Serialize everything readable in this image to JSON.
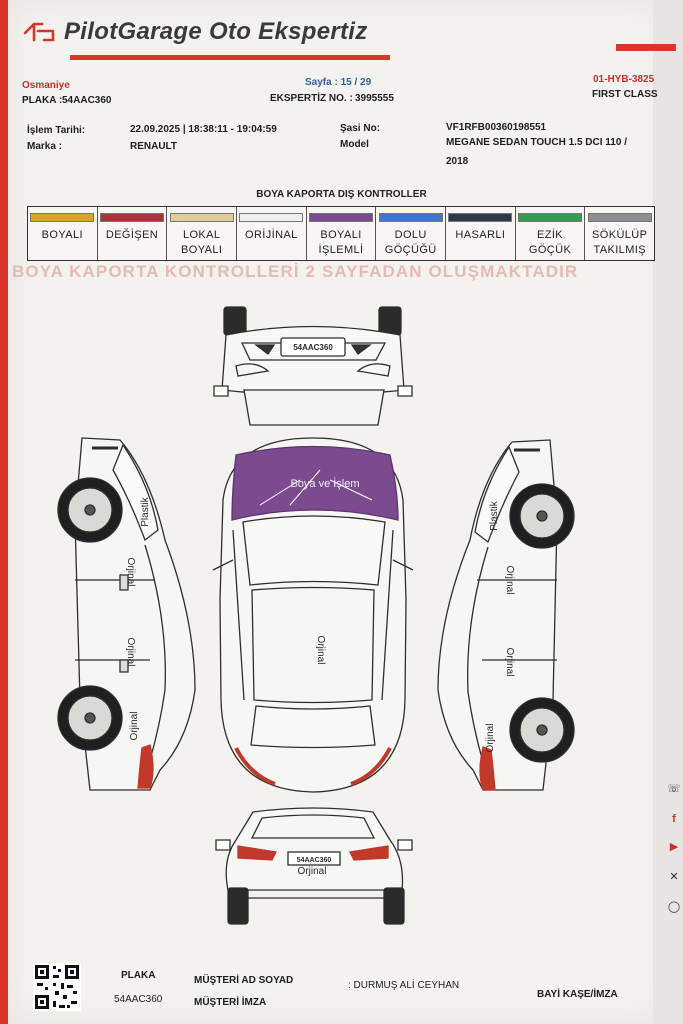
{
  "header": {
    "brand": "PilotGarage Oto Ekspertiz",
    "branch": "Osmaniye",
    "plate_label": "PLAKA :",
    "plate": "54AAC360",
    "page_label": "Sayfa : 15 / 29",
    "report_no_label": "EKSPERTİZ NO. :",
    "report_no": "3995555",
    "package_code": "01-HYB-3825",
    "package_name": "FIRST CLASS"
  },
  "info": {
    "date_label": "İşlem Tarihi:",
    "date": "22.09.2025 | 18:38:11 - 19:04:59",
    "make_label": "Marka :",
    "make": "RENAULT",
    "vin_label": "Şasi No:",
    "vin": "VF1RFB00360198551",
    "model_label": "Model",
    "model_line1": "MEGANE SEDAN TOUCH 1.5 DCI 110 /",
    "model_line2": "2018"
  },
  "section_title": "BOYA KAPORTA DIŞ KONTROLLER",
  "legend": [
    {
      "line1": "BOYALI",
      "line2": "",
      "color": "#d9a32f"
    },
    {
      "line1": "DEĞİŞEN",
      "line2": "",
      "color": "#a8343a"
    },
    {
      "line1": "LOKAL",
      "line2": "BOYALI",
      "color": "#e0cc94"
    },
    {
      "line1": "ORİJİNAL",
      "line2": "",
      "color": "#efefec"
    },
    {
      "line1": "BOYALI",
      "line2": "İŞLEMLİ",
      "color": "#7c4b8f"
    },
    {
      "line1": "DOLU",
      "line2": "GÖÇÜĞÜ",
      "color": "#3d76c8"
    },
    {
      "line1": "HASARLI",
      "line2": "",
      "color": "#2c3a4a"
    },
    {
      "line1": "EZİK",
      "line2": "GÖÇÜK",
      "color": "#3a9a53"
    },
    {
      "line1": "SÖKÜLÜP",
      "line2": "TAKILMIŞ",
      "color": "#8e8e8e"
    }
  ],
  "watermark": "BOYA KAPORTA KONTROLLERİ 2 SAYFADAN OLUŞMAKTADIR",
  "diagram_labels": {
    "hood": "Boya ve İşlem",
    "left_fender": "Plastik",
    "left_front_door": "Orjinal",
    "left_rear_door": "Orjinal",
    "left_quarter": "Orjinal",
    "roof": "Orjinal",
    "right_fender": "Plastik",
    "right_front_door": "Orjinal",
    "right_rear_door": "Orjinal",
    "right_quarter": "Orjinal",
    "front_plate": "54AAC360",
    "rear_plate": "54AAC360",
    "trunk": "Orjinal"
  },
  "footer": {
    "plate_label": "PLAKA",
    "plate": "54AAC360",
    "customer_label": "MÜŞTERİ AD SOYAD",
    "customer_value": ": DURMUŞ ALİ CEYHAN",
    "signature_label": "MÜŞTERİ İMZA",
    "dealer_label": "BAYİ KAŞE/İMZA"
  },
  "social_icons": [
    "whatsapp-icon",
    "facebook-icon",
    "youtube-icon",
    "x-icon",
    "instagram-icon"
  ],
  "colors": {
    "brand_red": "#d9352b",
    "purple_damage": "#7c4b8f"
  }
}
